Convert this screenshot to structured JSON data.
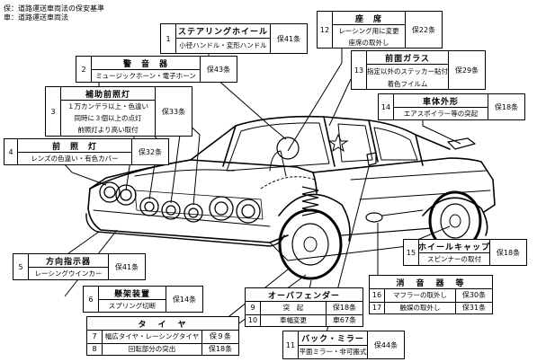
{
  "legend": {
    "line1": "保：道路運送車両法の保安基準",
    "line2": "車：道路運送車両法"
  },
  "items": {
    "i1": {
      "num": "1",
      "title": "ステアリングホイール",
      "desc": "小径ハンドル・変形ハンドル",
      "art": "保41条"
    },
    "i2": {
      "num": "2",
      "title": "警　音　器",
      "desc": "ミュージックホーン・電子ホーン",
      "art": "保43条"
    },
    "i3": {
      "num": "3",
      "title": "補助前照灯",
      "desc1": "１万カンデラ以上・色違い",
      "desc2": "同時に３個以上の点灯",
      "desc3": "前照灯より高い取付",
      "art": "保33条"
    },
    "i4": {
      "num": "4",
      "title": "前　照　灯",
      "desc": "レンズの色違い・有色カバー",
      "art": "保32条"
    },
    "i5": {
      "num": "5",
      "title": "方向指示器",
      "desc": "レーシングウインカー",
      "art": "保41条"
    },
    "i6": {
      "num": "6",
      "title": "懸架装置",
      "desc": "スプリング切断",
      "art": "保14条"
    },
    "i7": {
      "num": "7",
      "title": "タ　イ　ヤ",
      "desc": "幅広タイヤ・レーシングタイヤ",
      "art": "保９条"
    },
    "i8": {
      "num": "8",
      "desc": "回転部分の突出",
      "art": "保18条"
    },
    "i9": {
      "num": "9",
      "title": "オーバフェンダー",
      "desc": "突　起",
      "art": "保18条"
    },
    "i10": {
      "num": "10",
      "desc": "車幅変更",
      "art": "車67条"
    },
    "i11": {
      "num": "11",
      "title": "バック・ミラー",
      "desc": "平面ミラー・非可搬式",
      "art": "保44条"
    },
    "i12": {
      "num": "12",
      "title": "座　席",
      "desc1": "レーシング用に変更",
      "desc2": "座席の取外し",
      "art": "保22条"
    },
    "i13": {
      "num": "13",
      "title": "前面ガラス",
      "desc1": "指定以外のステッカー貼付",
      "desc2": "着色フイルム",
      "art": "保29条"
    },
    "i14": {
      "num": "14",
      "title": "車体外形",
      "desc": "エアスポイラー等の突起",
      "art": "保18条"
    },
    "i15": {
      "num": "15",
      "title": "ホイールキャップ",
      "desc": "スピンナーの取付",
      "art": "保18条"
    },
    "i16": {
      "num": "16",
      "title": "消　音　器　等",
      "desc": "マフラーの取外し",
      "art": "保30条"
    },
    "i17": {
      "num": "17",
      "desc": "触媒の取外し",
      "art": "保31条"
    }
  }
}
